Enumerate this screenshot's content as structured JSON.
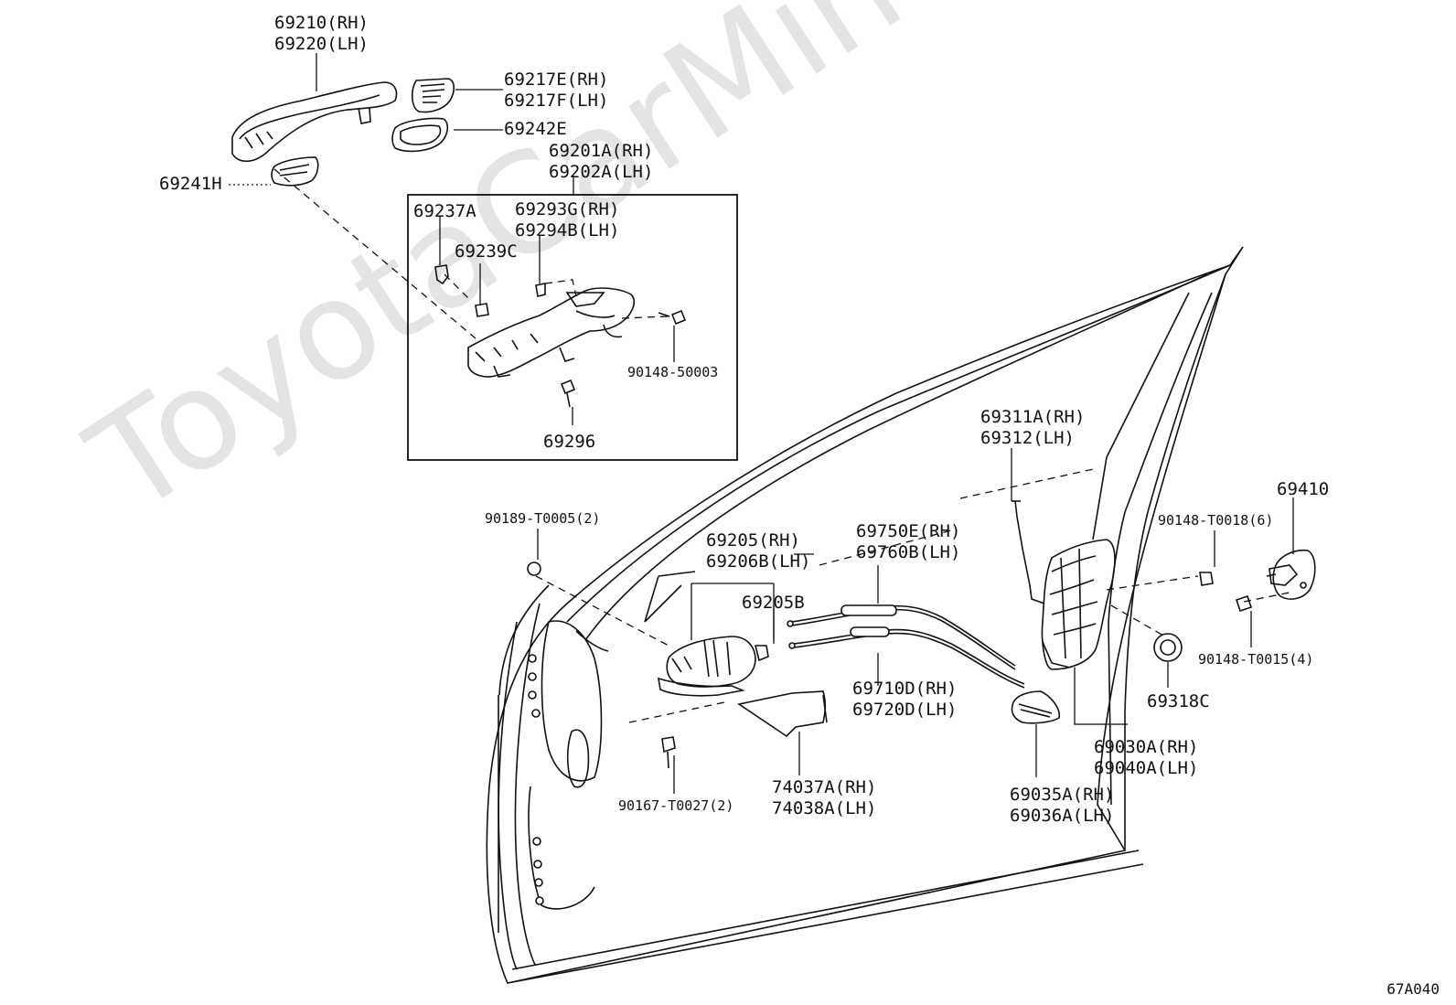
{
  "watermark": "ToyotaCarMine.ru",
  "diagram_code": "67A040",
  "labels": {
    "l69210": [
      "69210(RH)",
      "69220(LH)"
    ],
    "l69217": [
      "69217E(RH)",
      "69217F(LH)"
    ],
    "l69242": [
      "69242E"
    ],
    "l69201": [
      "69201A(RH)",
      "69202A(LH)"
    ],
    "l69241": [
      "69241H"
    ],
    "l69237": [
      "69237A"
    ],
    "l69293": [
      "69293G(RH)",
      "69294B(LH)"
    ],
    "l69239": [
      "69239C"
    ],
    "l90148_50003": [
      "90148-50003"
    ],
    "l69296": [
      "69296"
    ],
    "l69311": [
      "69311A(RH)",
      "69312(LH)"
    ],
    "l69410": [
      "69410"
    ],
    "l90148_t0018": [
      "90148-T0018(6)"
    ],
    "l90189": [
      "90189-T0005(2)"
    ],
    "l69205": [
      "69205(RH)",
      "69206B(LH)"
    ],
    "l69750": [
      "69750E(RH)",
      "69760B(LH)"
    ],
    "l69205b": [
      "69205B"
    ],
    "l90148_t0015": [
      "90148-T0015(4)"
    ],
    "l69710": [
      "69710D(RH)",
      "69720D(LH)"
    ],
    "l69318": [
      "69318C"
    ],
    "l69030": [
      "69030A(RH)",
      "69040A(LH)"
    ],
    "l90167": [
      "90167-T0027(2)"
    ],
    "l74037": [
      "74037A(RH)",
      "74038A(LH)"
    ],
    "l69035": [
      "69035A(RH)",
      "69036A(LH)"
    ]
  }
}
